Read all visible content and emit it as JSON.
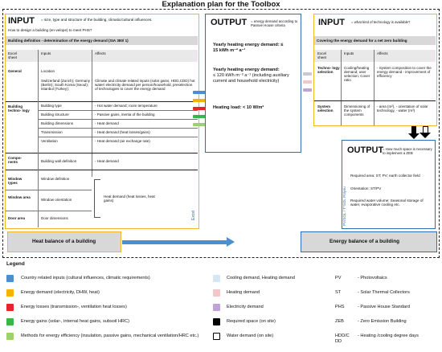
{
  "title": "Explanation plan for the Toolbox",
  "input1": {
    "heading": "INPUT",
    "desc": "= size, type and structure of the building, climatic/cultural influences.",
    "question": "How to design a building (en-velope) to meet PHS?",
    "band": "Building definition - determination of the energy demand (SIA 380/ 1)",
    "col_sheet": "Excel sheet",
    "col_inputs": "Inputs",
    "col_affects": "Affects",
    "general_label": "General",
    "general_location": "Location",
    "general_inputs": "Switzerland (Zurich); Germany (Berlin); South Korea (Seoul); Istanbul (Turkey);",
    "general_affects": "Climate and climate related inputs (solar gains, HDD,CDD) hot water/ electricity demand per person/household, preselection of technologies to cover the energy demand",
    "tech_label": "Building techno- logy",
    "tech_rows": [
      {
        "input": "Building type",
        "affect": "- Hot water demand; room temperature"
      },
      {
        "input": "Building structure",
        "affect": "- Passive gains, inertia of the building"
      },
      {
        "input": "Building dimensions",
        "affect": "- Heat demand"
      },
      {
        "input": "Transmission",
        "affect": "- Heat demand (heat losses/gains)"
      },
      {
        "input": "Ventilation",
        "affect": "- Heat demand (air exchange rate)"
      }
    ],
    "components_label": "Compo- nents",
    "components_input": "Building wall definition",
    "components_affect": "- Heat demand",
    "window_types": "Window types",
    "window_area": "Window area",
    "door_area": "Door area",
    "window_def": "Window definition",
    "window_orient": "Window orientation",
    "door_dims": "Door dimensions",
    "window_affect": "Heat demand (heat losses, heat gains)",
    "excel_tag": "Excel"
  },
  "output1": {
    "heading": "OUTPUT",
    "desc": "= energy demand according to Passive House criteria",
    "r1a": "Yearly heating energy demand: ≤",
    "r1b": "15 kWh m⁻² a⁻¹",
    "r2a": "Yearly heating energy demand:",
    "r2b": "≤ 120 kWh m⁻² a⁻¹ (including auxiliary current and household electricity)",
    "r3": "Heating load: < 10 W/m²"
  },
  "input2": {
    "heading": "INPUT",
    "desc": "= what kind of technology is available?",
    "band": "Covering the energy demand for a net zero building",
    "col_sheet": "Excel sheet",
    "col_inputs": "Inputs",
    "col_affects": "Affects",
    "tech_label": "Techno- logy selection",
    "tech_input": "Cooling/heating demand; user selection; Cover ratio",
    "tech_affect": "- System composition to cover the energy demand - improvement of efficiency",
    "sys_label": "System selection",
    "sys_input": "Dimensioning of the system components",
    "sys_affect": "- area (m²), - orientation of solar technology, - water (m³)"
  },
  "output2": {
    "heading": "OUTPUT",
    "desc": "= How much space is necessary to implement a ZEB",
    "side": "PV/SOL / T*SOL Polysu",
    "l1": "Required area: ST; PV; earth collector field",
    "l2": "Orientation: ST/PV",
    "l3": "Required water volume: Seasonal storage of water, evaporative cooling etc."
  },
  "balance_left": "Heat balance of a building",
  "balance_right": "Energy balance of a building",
  "legend": {
    "title": "Legend",
    "col1": [
      {
        "color": "#4a90d0",
        "text": "Country related inputs (cultural influences, climatic requirements)"
      },
      {
        "color": "#f5b400",
        "text": "Energy demand (electricity, DHW, heat)"
      },
      {
        "color": "#e8232a",
        "text": "Energy losses (transmission-, ventilation heat losses)"
      },
      {
        "color": "#3bb54a",
        "text": "Energy gains (solar-, internal heat gains, subsoil HRC)"
      },
      {
        "color": "#9bd26a",
        "text": "Methods for energy efficiency (insulation, passive gains, mechanical ventilation/HRC etc.)"
      }
    ],
    "col2": [
      {
        "color": "#d6e6f5",
        "text": "Cooling demand, Heating demand"
      },
      {
        "color": "#f3c7c7",
        "text": "Heating demand"
      },
      {
        "color": "#bfa2d8",
        "text": "Electricity demand"
      },
      {
        "color": "#000000",
        "text": "Required space (on site)"
      },
      {
        "color": "#ffffff",
        "text": "Water demand (on site)"
      }
    ],
    "abbr": [
      {
        "k": "PV",
        "v": "- Photovoltaics"
      },
      {
        "k": "ST",
        "v": "- Solar Thermal Collectors"
      },
      {
        "k": "PHS",
        "v": "- Passive House Standard"
      },
      {
        "k": "ZEB",
        "v": "- Zero Emission Building"
      },
      {
        "k": "HDD/C DD",
        "v": "- Heating /cooling degree days"
      }
    ]
  }
}
